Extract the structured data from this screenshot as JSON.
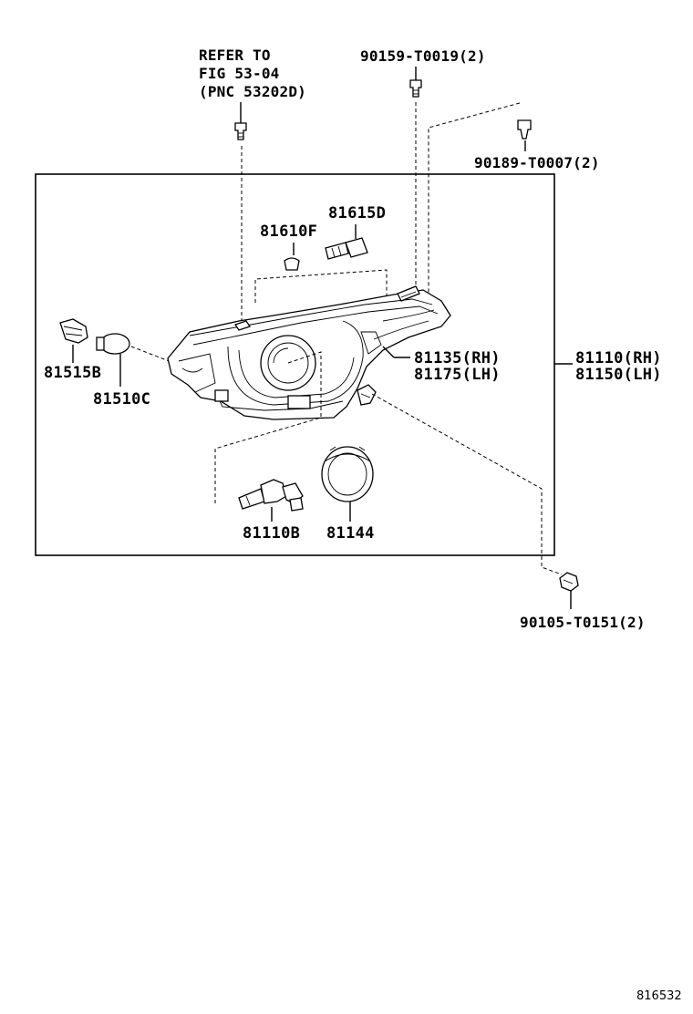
{
  "callouts": {
    "refer_line1": "REFER TO",
    "refer_line2": "FIG 53-04",
    "refer_line3": "(PNC 53202D)",
    "p90159": "90159-T0019(2)",
    "p90189": "90189-T0007(2)",
    "p81615d": "81615D",
    "p81610f": "81610F",
    "p81515b": "81515B",
    "p81510c": "81510C",
    "p81135": "81135(RH)",
    "p81175": "81175(LH)",
    "p81110": "81110(RH)",
    "p81150": "81150(LH)",
    "p81110b": "81110B",
    "p81144": "81144",
    "p90105": "90105-T0151(2)"
  },
  "reference_number": "816532"
}
